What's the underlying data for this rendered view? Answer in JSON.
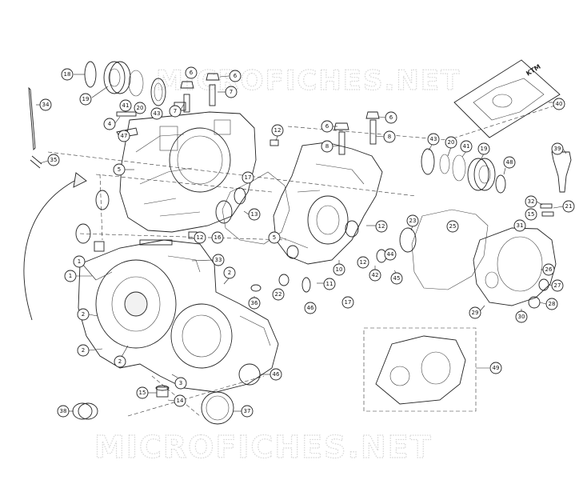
{
  "watermark": {
    "text": "MICROFICHES.NET"
  },
  "stamp": {
    "text": "KTM"
  },
  "callouts": [
    {
      "label": "18"
    },
    {
      "label": "19"
    },
    {
      "label": "41"
    },
    {
      "label": "20"
    },
    {
      "label": "43"
    },
    {
      "label": "4"
    },
    {
      "label": "47"
    },
    {
      "label": "6"
    },
    {
      "label": "6"
    },
    {
      "label": "7"
    },
    {
      "label": "7"
    },
    {
      "label": "34"
    },
    {
      "label": "35"
    },
    {
      "label": "5"
    },
    {
      "label": "12"
    },
    {
      "label": "17"
    },
    {
      "label": "13"
    },
    {
      "label": "16"
    },
    {
      "label": "12"
    },
    {
      "label": "6"
    },
    {
      "label": "6"
    },
    {
      "label": "8"
    },
    {
      "label": "8"
    },
    {
      "label": "43"
    },
    {
      "label": "20"
    },
    {
      "label": "41"
    },
    {
      "label": "19"
    },
    {
      "label": "48"
    },
    {
      "label": "40"
    },
    {
      "label": "39"
    },
    {
      "label": "32"
    },
    {
      "label": "15"
    },
    {
      "label": "21"
    },
    {
      "label": "31"
    },
    {
      "label": "26"
    },
    {
      "label": "27"
    },
    {
      "label": "28"
    },
    {
      "label": "29"
    },
    {
      "label": "30"
    },
    {
      "label": "23"
    },
    {
      "label": "25"
    },
    {
      "label": "12"
    },
    {
      "label": "44"
    },
    {
      "label": "42"
    },
    {
      "label": "45"
    },
    {
      "label": "10"
    },
    {
      "label": "12"
    },
    {
      "label": "5"
    },
    {
      "label": "22"
    },
    {
      "label": "11"
    },
    {
      "label": "46"
    },
    {
      "label": "17"
    },
    {
      "label": "33"
    },
    {
      "label": "1"
    },
    {
      "label": "1"
    },
    {
      "label": "2"
    },
    {
      "label": "2"
    },
    {
      "label": "2"
    },
    {
      "label": "2"
    },
    {
      "label": "36"
    },
    {
      "label": "3"
    },
    {
      "label": "15"
    },
    {
      "label": "14"
    },
    {
      "label": "46"
    },
    {
      "label": "37"
    },
    {
      "label": "38"
    },
    {
      "label": "49"
    }
  ]
}
